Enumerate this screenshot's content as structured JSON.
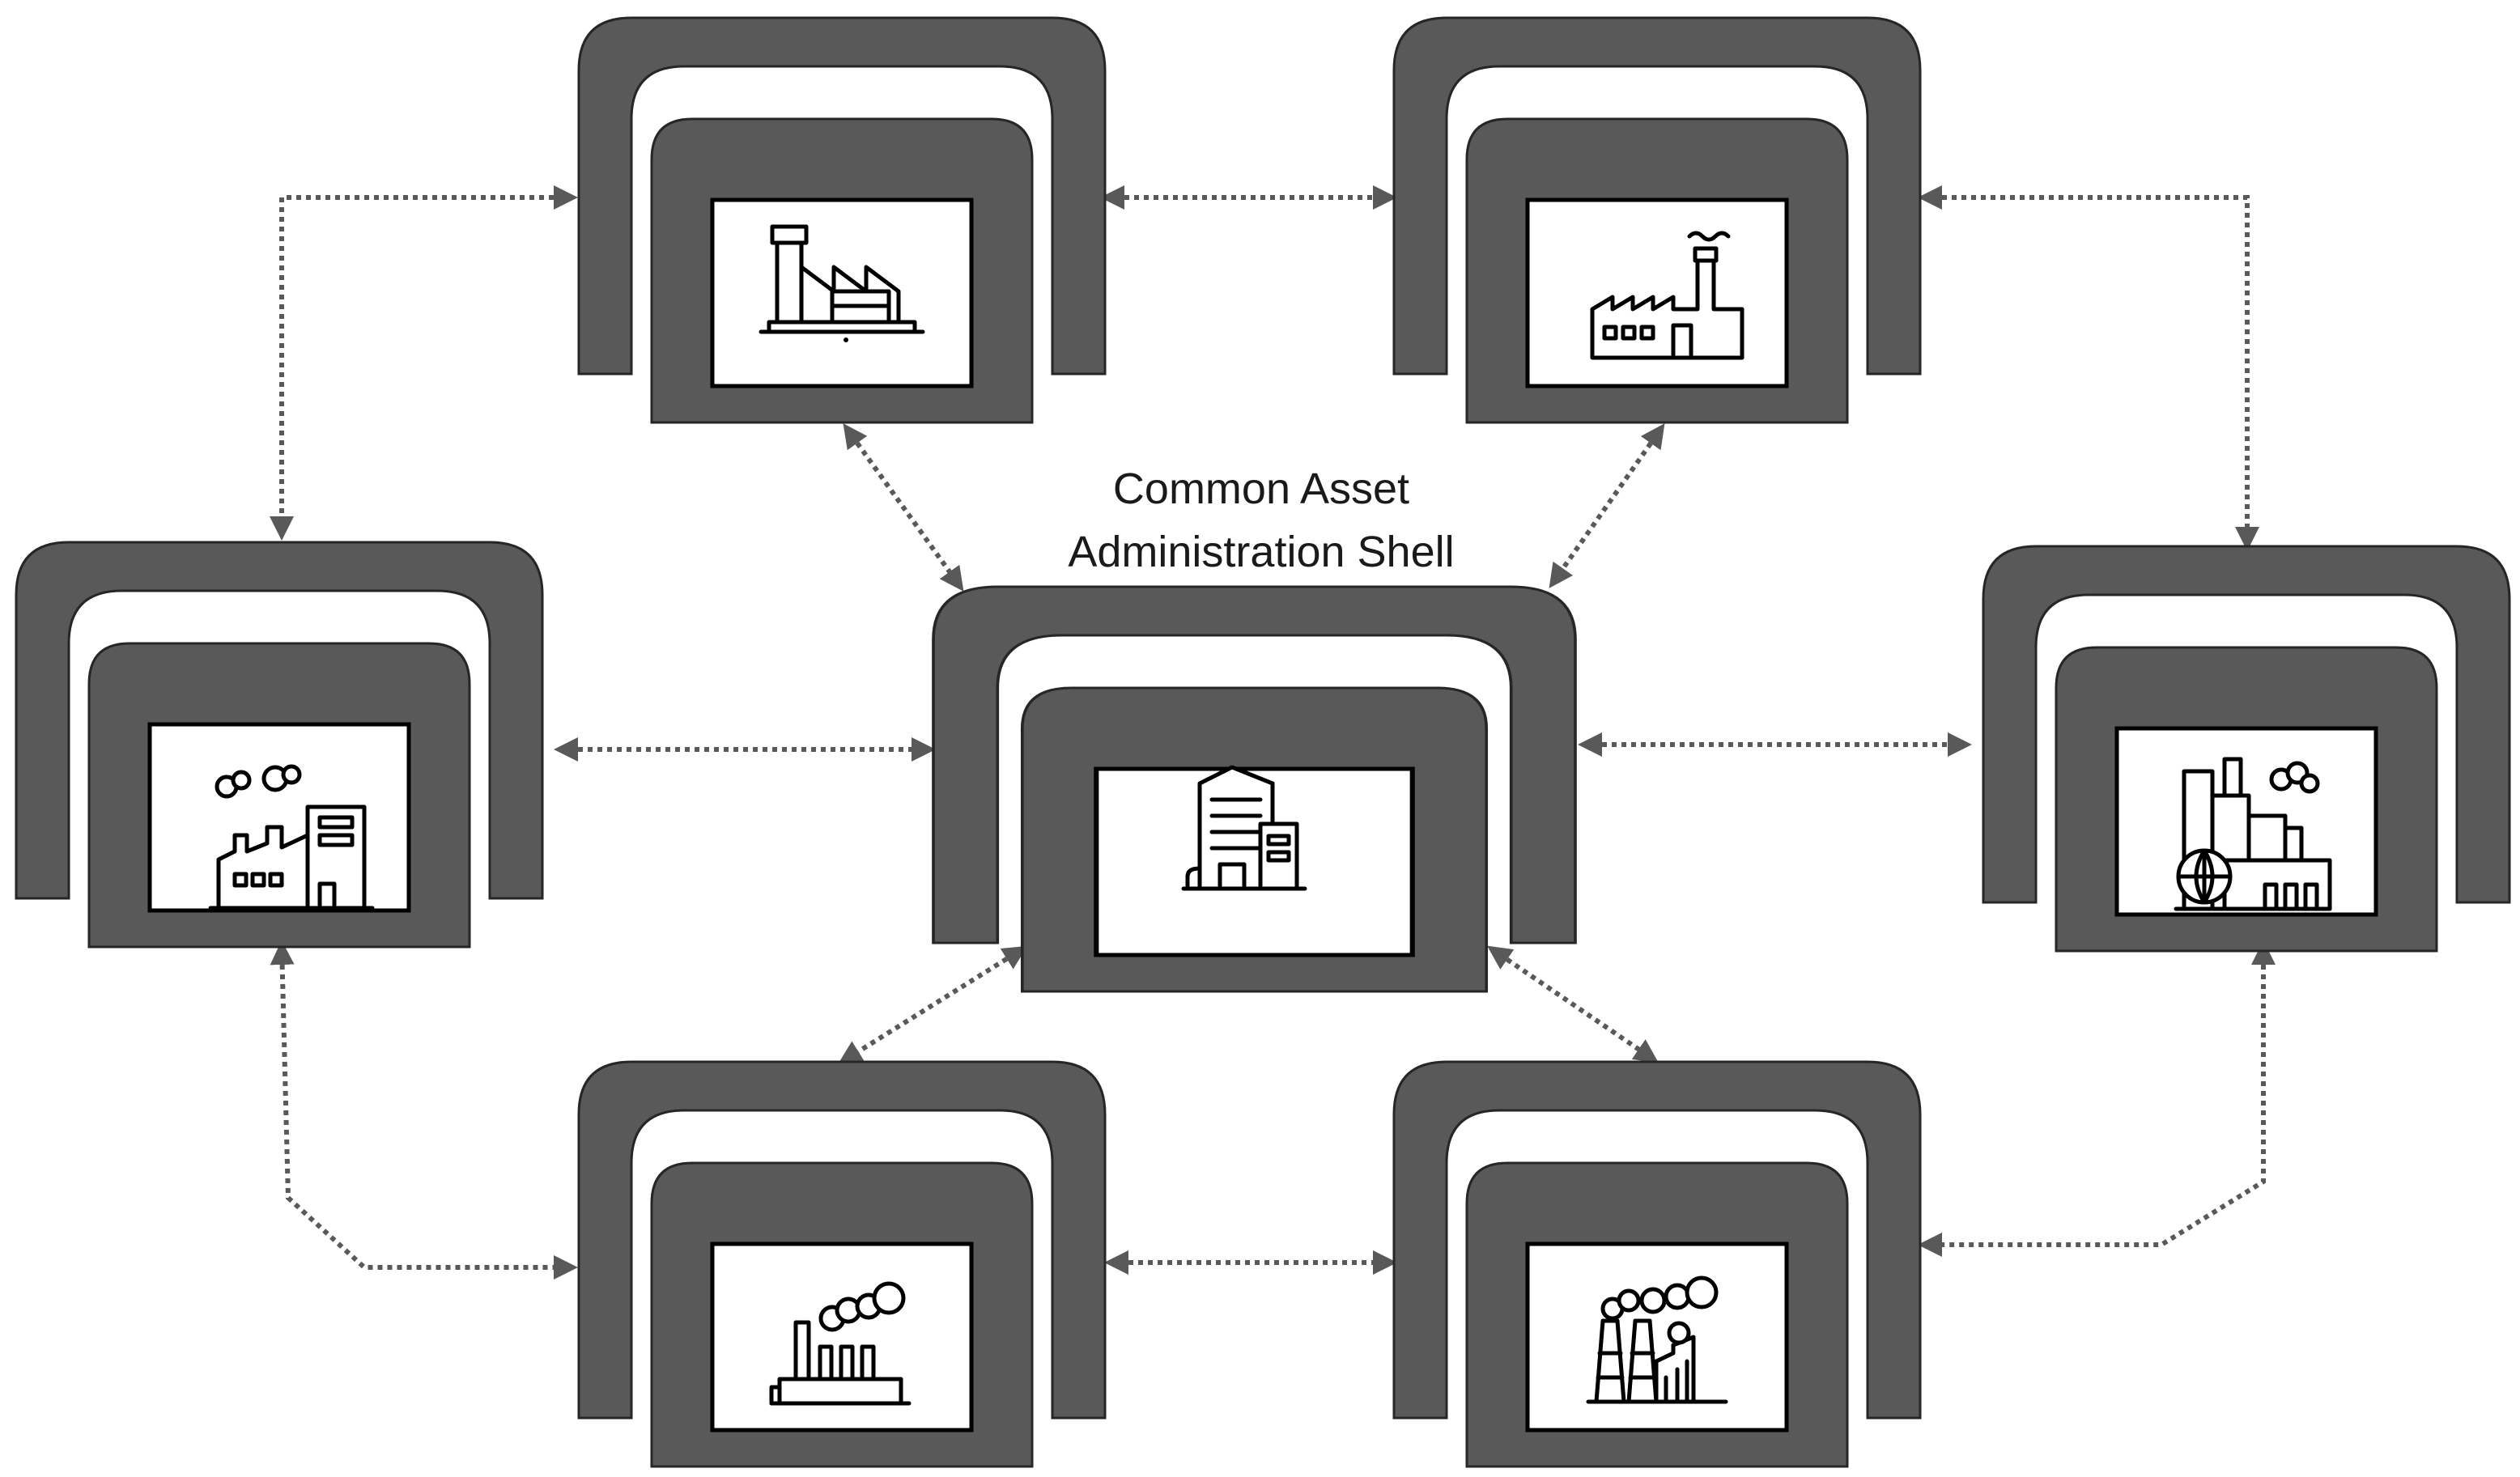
{
  "title": {
    "line1": "Common Asset",
    "line2": "Administration Shell"
  },
  "colors": {
    "shell": "#595959",
    "outline": "#262626",
    "connector": "#595959",
    "background": "#ffffff"
  },
  "nodes": [
    {
      "id": "top-left",
      "icon": "factory-chimney-icon"
    },
    {
      "id": "top-right",
      "icon": "factory-smoking-chimney-icon"
    },
    {
      "id": "mid-left",
      "icon": "industrial-plant-smoke-icon"
    },
    {
      "id": "center",
      "icon": "office-building-icon"
    },
    {
      "id": "mid-right",
      "icon": "city-industry-globe-icon"
    },
    {
      "id": "bottom-left",
      "icon": "power-plant-smoke-icon"
    },
    {
      "id": "bottom-right",
      "icon": "cooling-towers-plant-icon"
    }
  ]
}
